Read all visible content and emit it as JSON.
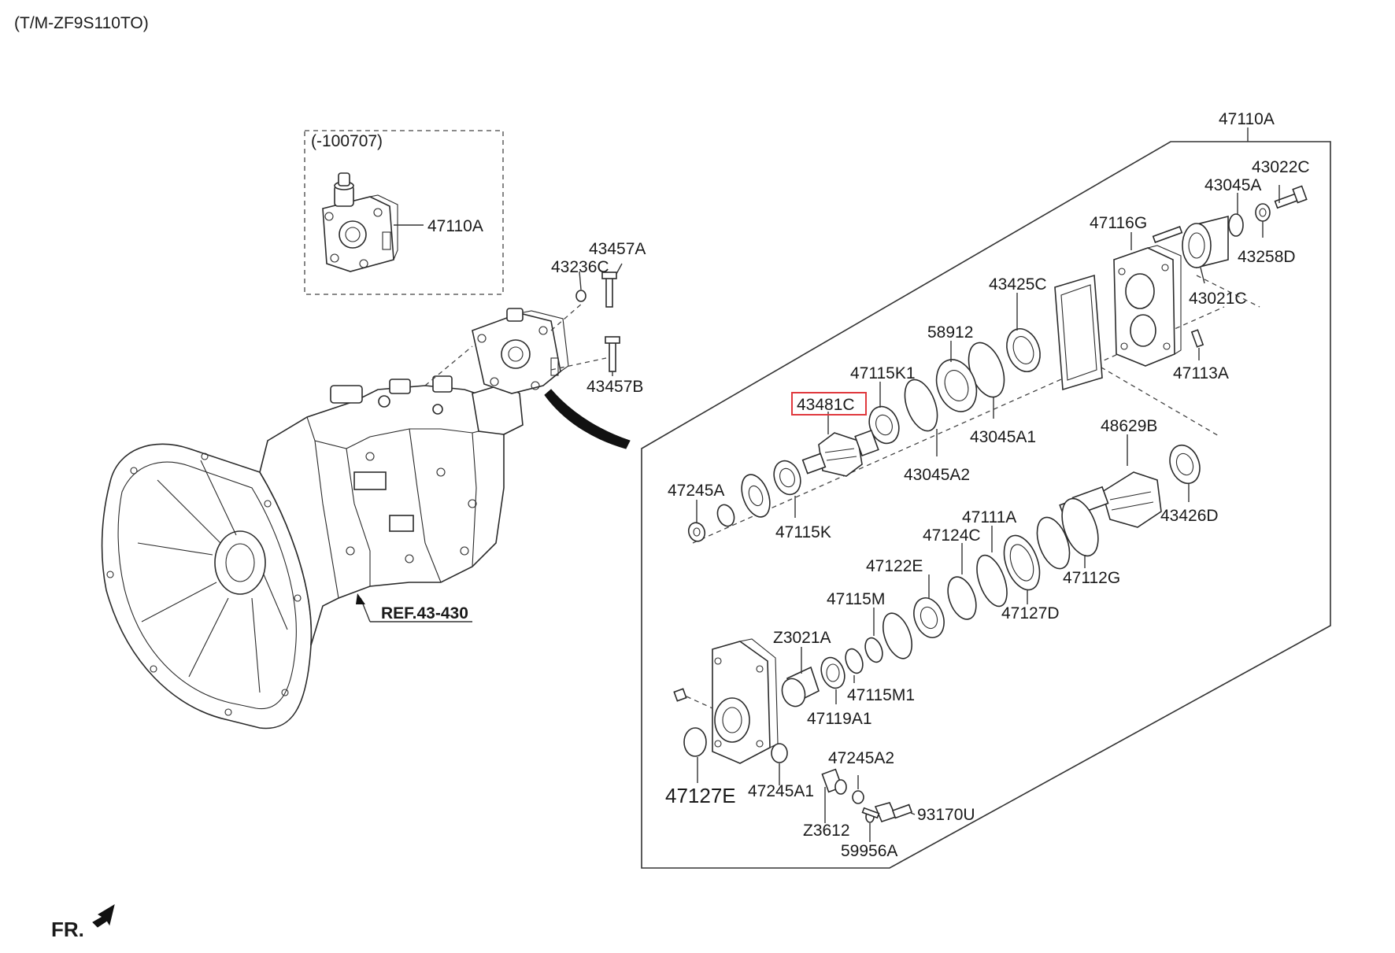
{
  "header": {
    "model_code": "(T/M-ZF9S110TO)"
  },
  "inset": {
    "title": "(-100707)",
    "part_label": "47110A"
  },
  "reference": {
    "label": "REF.43-430"
  },
  "front_indicator": {
    "label": "FR."
  },
  "highlighted_part": "43481C",
  "labels": {
    "p47110A_top": "47110A",
    "p43457A": "43457A",
    "p43236C": "43236C",
    "p43457B": "43457B",
    "p43022C": "43022C",
    "p43045A": "43045A",
    "p47116G": "47116G",
    "p43258D": "43258D",
    "p43021C": "43021C",
    "p43425C": "43425C",
    "p58912": "58912",
    "p47113A": "47113A",
    "p47115K1": "47115K1",
    "p43481C": "43481C",
    "p43045A1": "43045A1",
    "p43045A2": "43045A2",
    "p48629B": "48629B",
    "p47245A": "47245A",
    "p47115K": "47115K",
    "p43426D": "43426D",
    "p47111A": "47111A",
    "p47124C": "47124C",
    "p47112G": "47112G",
    "p47122E": "47122E",
    "p47115M": "47115M",
    "p47127D": "47127D",
    "pZ3021A": "Z3021A",
    "p47115M1": "47115M1",
    "p47119A1": "47119A1",
    "p47245A2": "47245A2",
    "p47127E": "47127E",
    "p47245A1": "47245A1",
    "p93170U": "93170U",
    "pZ3612": "Z3612",
    "p59956A": "59956A"
  },
  "colors": {
    "highlight": "#e0393e",
    "line": "#333333"
  }
}
